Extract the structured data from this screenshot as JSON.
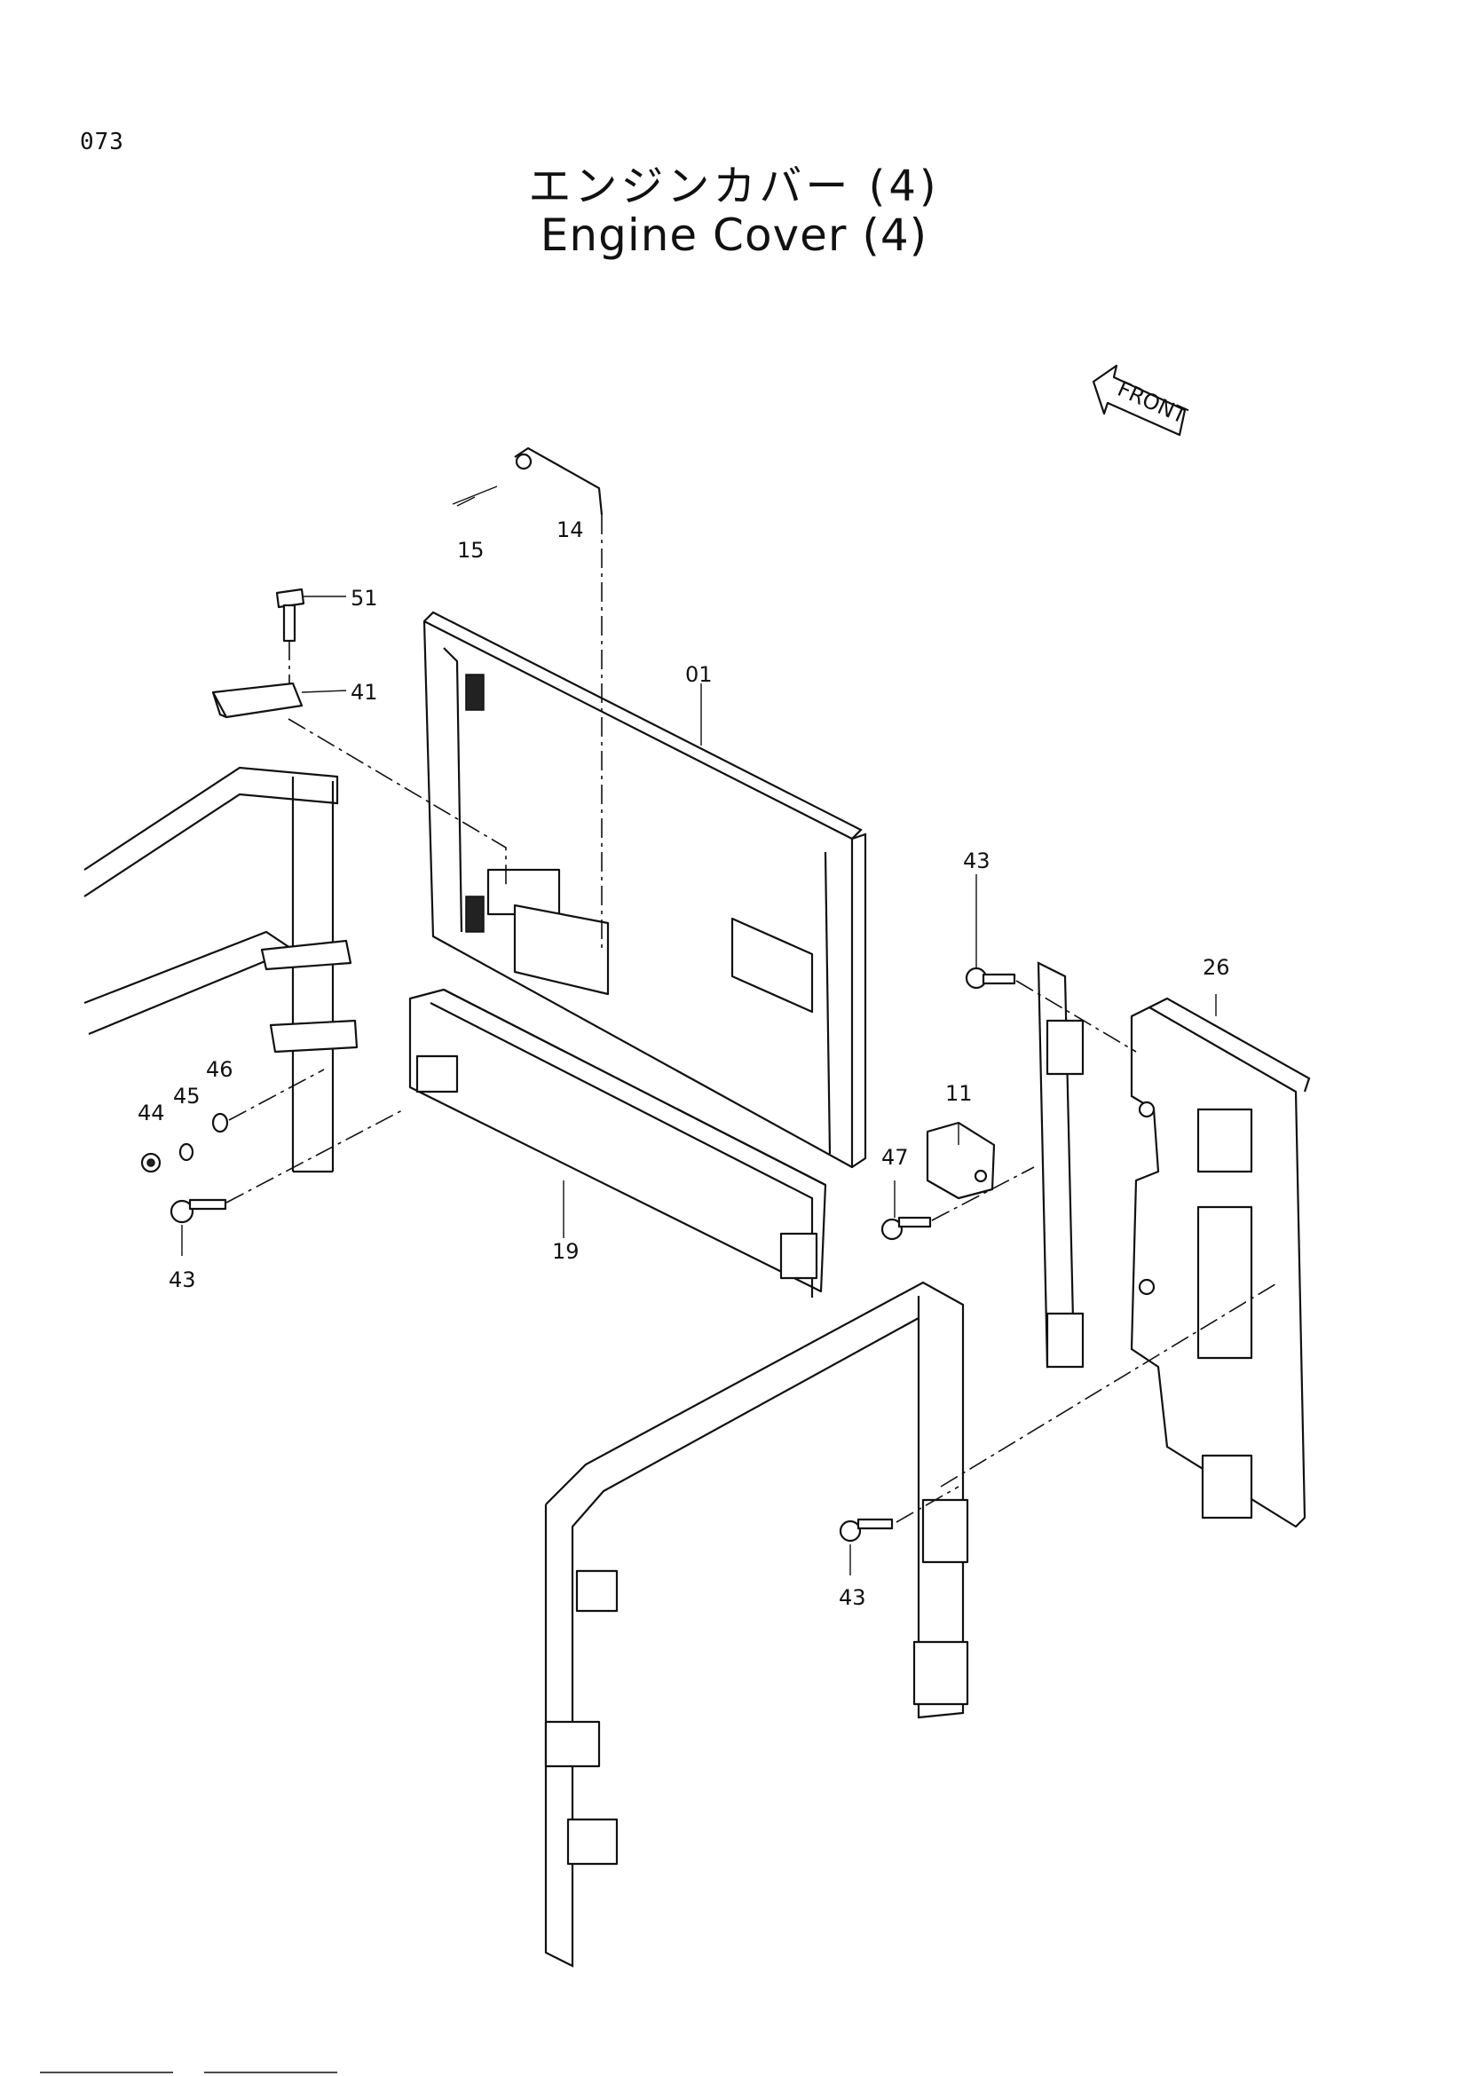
{
  "page_number": "073",
  "title_jp": "エンジンカバー (4)",
  "title_en": "Engine Cover (4)",
  "front_arrow_label": "FRONT",
  "callouts": {
    "c15": "15",
    "c14": "14",
    "c51": "51",
    "c41": "41",
    "c01": "01",
    "c43a": "43",
    "c26": "26",
    "c46": "46",
    "c45": "45",
    "c44": "44",
    "c11": "11",
    "c47": "47",
    "c43b": "43",
    "c19": "19",
    "c43c": "43"
  }
}
